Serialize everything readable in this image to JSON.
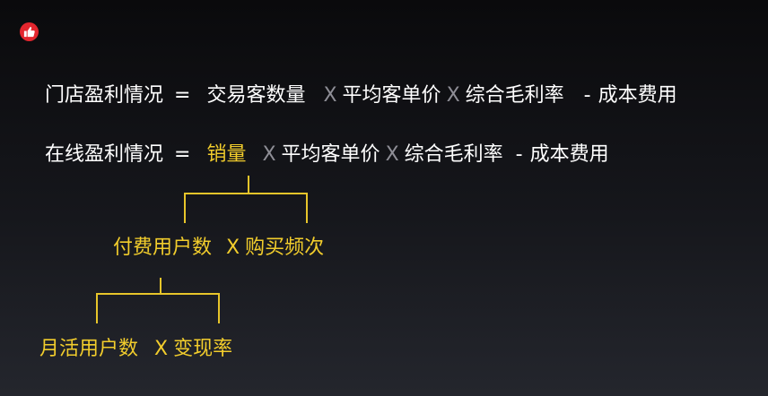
{
  "logo_icon": "thumbs-up-icon",
  "colors": {
    "accent": "#f2cd2c",
    "logo_bg": "#e3262e",
    "text": "#ffffff",
    "multiply_sign": "#8e8e96"
  },
  "formula_store": {
    "left": "门店盈利情况",
    "equals": "=",
    "t1": "交易客数量",
    "times1": "X",
    "t2": "平均客单价",
    "times2": "X",
    "t3": "综合毛利率",
    "minus": "-",
    "t4": "成本费用"
  },
  "formula_online": {
    "left": "在线盈利情况",
    "equals": "=",
    "t1": "销量",
    "times1": "X",
    "t2": "平均客单价",
    "times2": "X",
    "t3": "综合毛利率",
    "minus": "-",
    "t4": "成本费用"
  },
  "level2": {
    "a": "付费用户数",
    "times": "X",
    "b": "购买频次"
  },
  "level3": {
    "a": "月活用户数",
    "times": "X",
    "b": "变现率"
  }
}
